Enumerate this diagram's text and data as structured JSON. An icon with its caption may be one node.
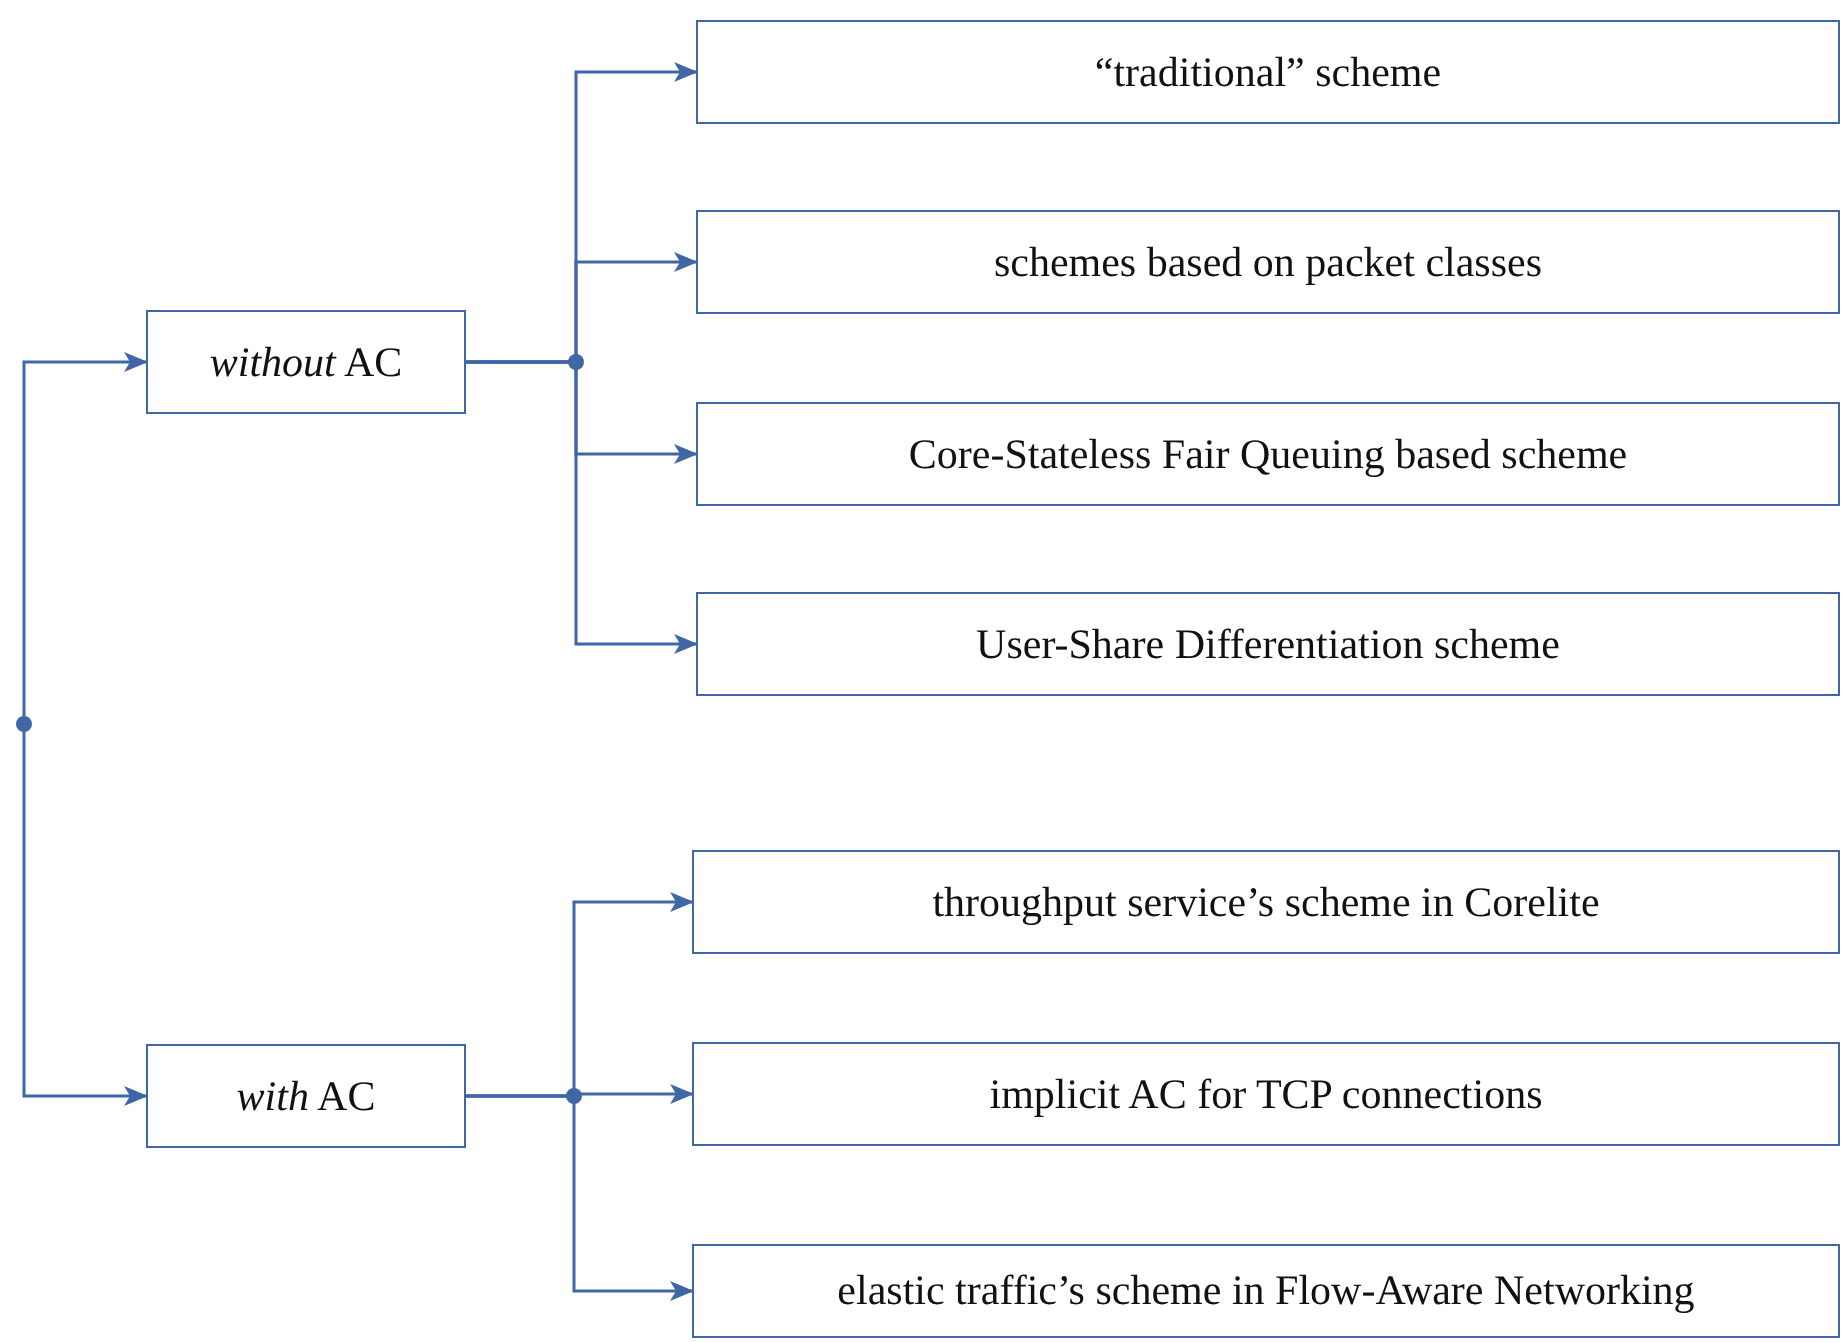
{
  "diagram": {
    "nodes": [
      {
        "text": [
          "*without* AC"
        ]
      },
      {
        "text": [
          "*with* AC"
        ]
      },
      {
        "text": [
          "“traditional” scheme"
        ]
      },
      {
        "text": [
          "schemes based on packet classes"
        ]
      },
      {
        "text": [
          "Core-Stateless Fair Queuing based scheme"
        ]
      },
      {
        "text": [
          "User-Share Differentiation scheme"
        ]
      },
      {
        "text": [
          "throughput service’s scheme in Corelite"
        ]
      },
      {
        "text": [
          "implicit AC for TCP connections"
        ]
      },
      {
        "text": [
          "elastic traffic’s scheme in Flow-Aware Networking"
        ]
      }
    ],
    "edges": [
      {
        "from": null,
        "to": 0,
        "arrow": "to"
      },
      {
        "from": null,
        "to": 1,
        "arrow": "to"
      },
      {
        "from": 0,
        "to": 2,
        "arrow": "to"
      },
      {
        "from": 0,
        "to": 3,
        "arrow": "to"
      },
      {
        "from": 0,
        "to": 4,
        "arrow": "to"
      },
      {
        "from": 0,
        "to": 5,
        "arrow": "to"
      },
      {
        "from": 1,
        "to": 6,
        "arrow": "to"
      },
      {
        "from": 1,
        "to": 7,
        "arrow": "to"
      },
      {
        "from": 1,
        "to": 8,
        "arrow": "to"
      }
    ]
  }
}
